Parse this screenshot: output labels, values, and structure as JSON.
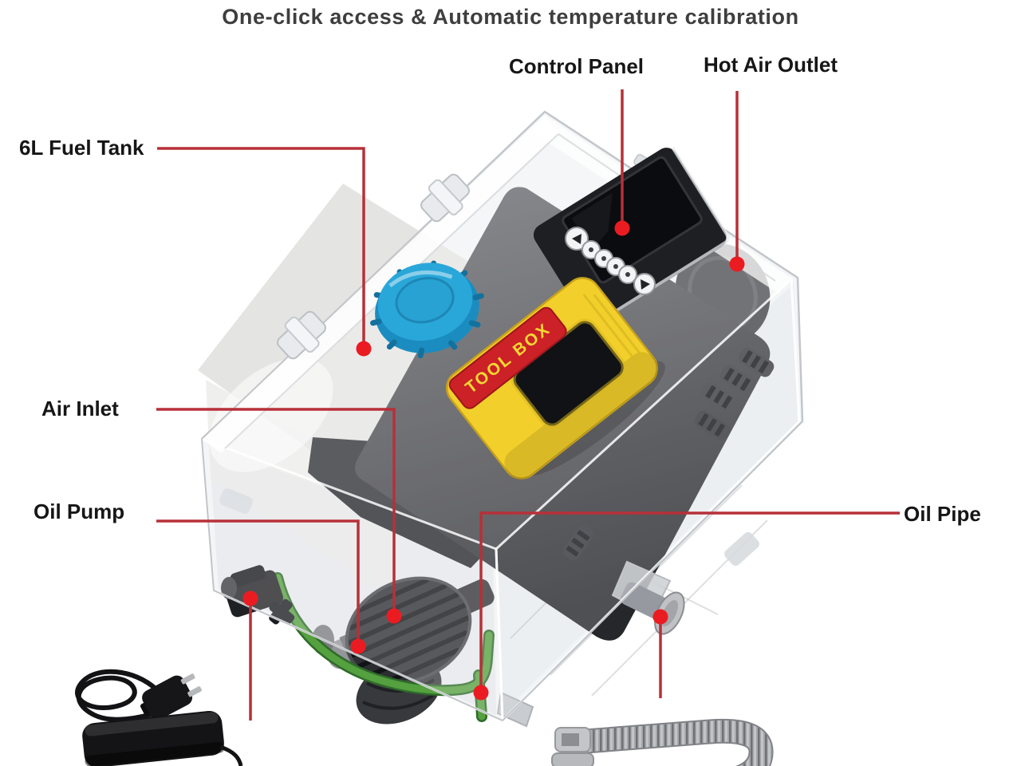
{
  "title": "One-click access & Automatic temperature calibration",
  "labels": {
    "fuel_tank": "6L Fuel Tank",
    "control_panel": "Control Panel",
    "hot_air_outlet": "Hot Air Outlet",
    "air_inlet": "Air Inlet",
    "oil_pump": "Oil Pump",
    "oil_pipe": "Oil Pipe"
  },
  "device": {
    "tool_box_label": "TOOL BOX"
  },
  "colors": {
    "callout_line": "#b73038",
    "callout_dot": "#ea1c22",
    "fuel_cap": "#2aa7d9",
    "handle": "#f2cf2a",
    "handle_label_bg": "#cb2127",
    "handle_label_text": "#f7d832",
    "oil_pipe": "#55a03f",
    "label_text": "#161616",
    "title_text": "#3e3e3e"
  }
}
